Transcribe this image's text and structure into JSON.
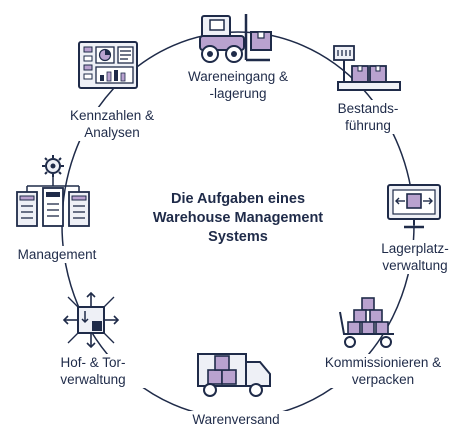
{
  "title": "Die Aufgaben eines\nWarehouse Management\nSystems",
  "colors": {
    "ink": "#1f2b49",
    "accent": "#b9a2cf",
    "accent_light": "#ddd0ea",
    "pale": "#eef0f6"
  },
  "tasks": [
    {
      "label": "Wareneingang &\n-lagerung",
      "icon": "forklift-icon"
    },
    {
      "label": "Bestands-\nführung",
      "icon": "scale-with-boxes-icon"
    },
    {
      "label": "Lagerplatz-\nverwaltung",
      "icon": "monitor-box-icon"
    },
    {
      "label": "Kommissionieren &\nverpacken",
      "icon": "cart-with-boxes-icon"
    },
    {
      "label": "Warenversand",
      "icon": "delivery-truck-icon"
    },
    {
      "label": "Hof- & Tor-\nverwaltung",
      "icon": "yard-gate-arrows-icon"
    },
    {
      "label": "Management",
      "icon": "org-chart-gear-icon"
    },
    {
      "label": "Kennzahlen &\nAnalysen",
      "icon": "analytics-dashboard-icon"
    }
  ]
}
